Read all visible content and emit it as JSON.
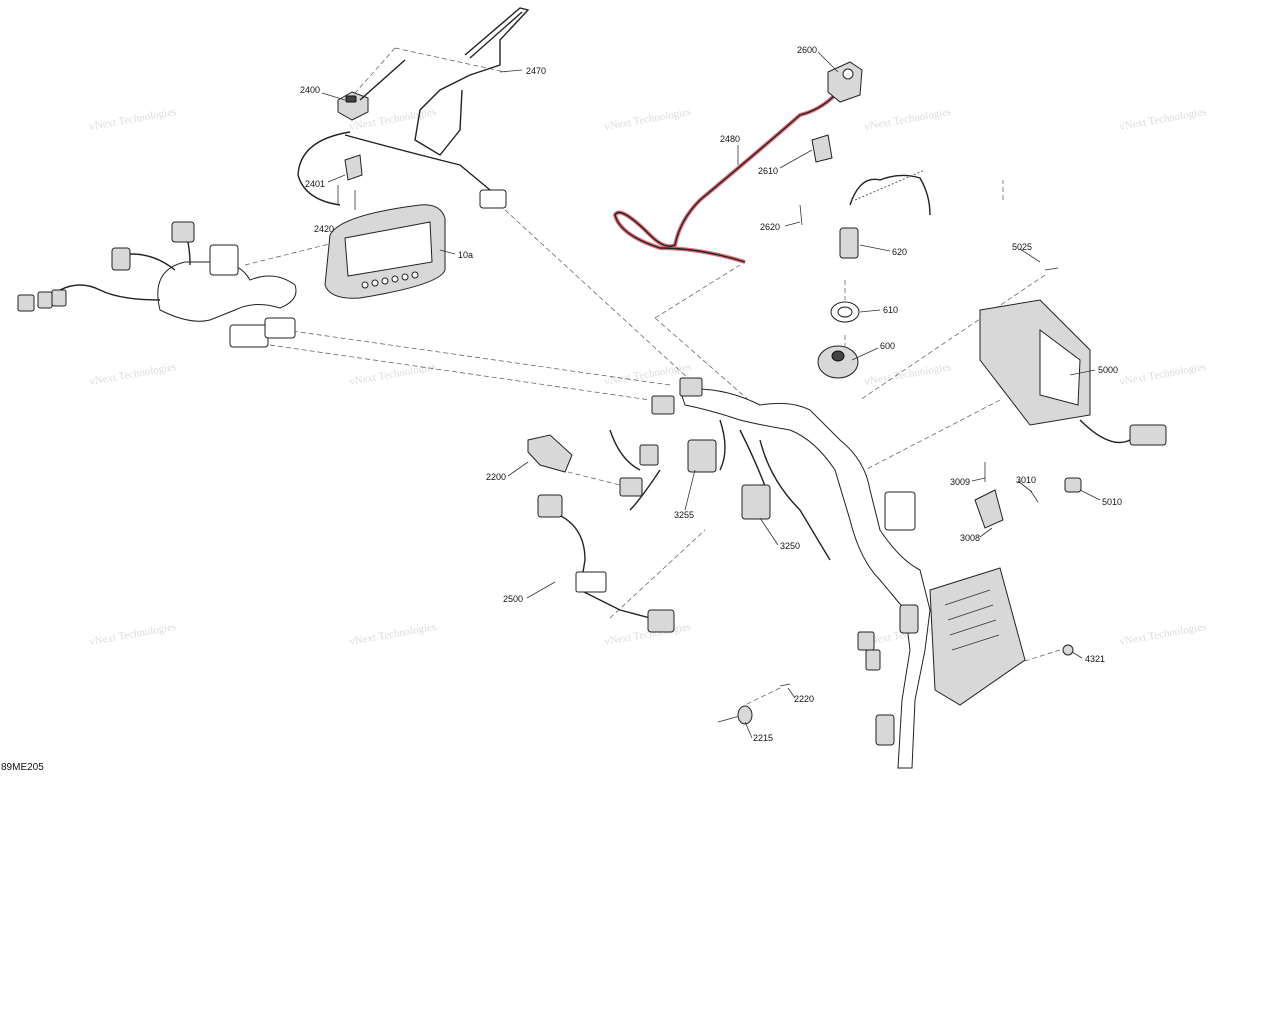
{
  "diagram": {
    "reference_code": "89ME205",
    "watermark_text": "vNext Technologies",
    "callouts": [
      {
        "id": "c2400",
        "label": "2400"
      },
      {
        "id": "c2470",
        "label": "2470"
      },
      {
        "id": "c2401",
        "label": "2401"
      },
      {
        "id": "c2420",
        "label": "2420"
      },
      {
        "id": "c10a",
        "label": "10a"
      },
      {
        "id": "c2600",
        "label": "2600"
      },
      {
        "id": "c2480",
        "label": "2480"
      },
      {
        "id": "c2610",
        "label": "2610"
      },
      {
        "id": "c2620",
        "label": "2620"
      },
      {
        "id": "c620",
        "label": "620"
      },
      {
        "id": "c5025",
        "label": "5025"
      },
      {
        "id": "c610",
        "label": "610"
      },
      {
        "id": "c600",
        "label": "600"
      },
      {
        "id": "c5000",
        "label": "5000"
      },
      {
        "id": "c2200",
        "label": "2200"
      },
      {
        "id": "c3009",
        "label": "3009"
      },
      {
        "id": "c3010",
        "label": "3010"
      },
      {
        "id": "c5010",
        "label": "5010"
      },
      {
        "id": "c3008",
        "label": "3008"
      },
      {
        "id": "c3255",
        "label": "3255"
      },
      {
        "id": "c3250",
        "label": "3250"
      },
      {
        "id": "c2500",
        "label": "2500"
      },
      {
        "id": "c4321",
        "label": "4321"
      },
      {
        "id": "c2220",
        "label": "2220"
      },
      {
        "id": "c2215",
        "label": "2215"
      }
    ],
    "highlight_color": "#e0707a",
    "line_color": "#222222"
  }
}
